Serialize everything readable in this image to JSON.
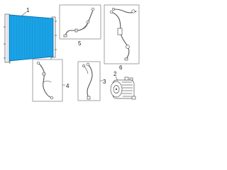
{
  "diagram": {
    "callouts": {
      "part_1": "1",
      "part_2": "2",
      "part_3": "3",
      "part_4": "4",
      "part_5": "5",
      "part_6": "6"
    },
    "colors": {
      "highlight_fill": "#1aa3e6",
      "highlight_edge": "#0a72b3",
      "line": "#555555",
      "frame": "#8a8a8a",
      "background": "#ffffff"
    }
  }
}
